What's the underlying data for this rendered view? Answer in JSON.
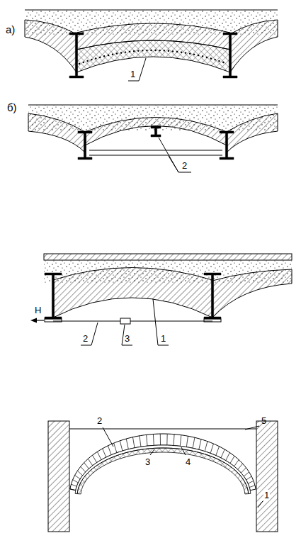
{
  "diagram": {
    "labels": [
      "а)",
      "1",
      "б)",
      "2",
      "H",
      "2",
      "3",
      "1",
      "2",
      "5",
      "3",
      "4",
      "1"
    ]
  }
}
